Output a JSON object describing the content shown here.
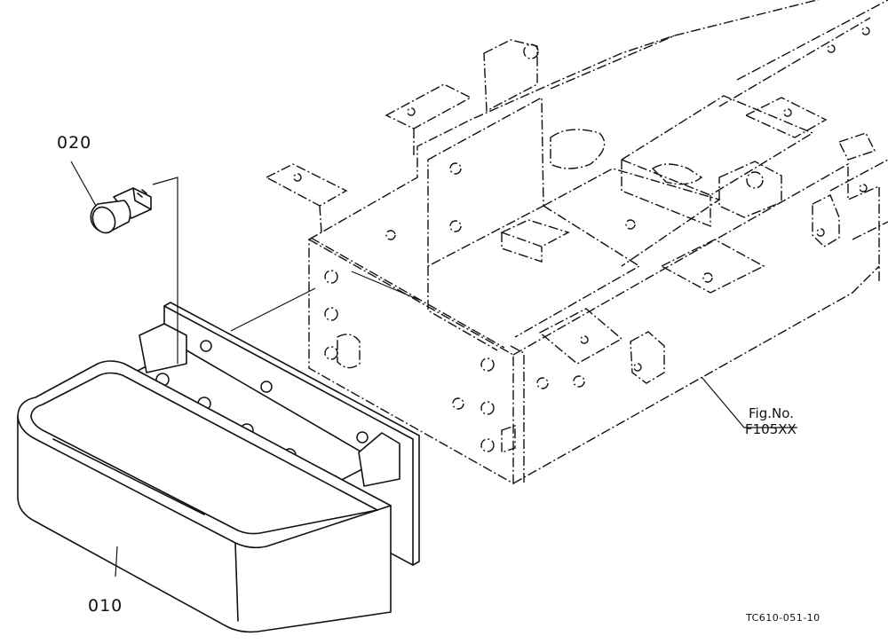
{
  "diagram": {
    "callouts": {
      "part_010": "010",
      "part_020": "020",
      "fig_ref_line1": "Fig.No.",
      "fig_ref_line2": "F105XX"
    },
    "drawing_code": "TC610-051-10"
  }
}
